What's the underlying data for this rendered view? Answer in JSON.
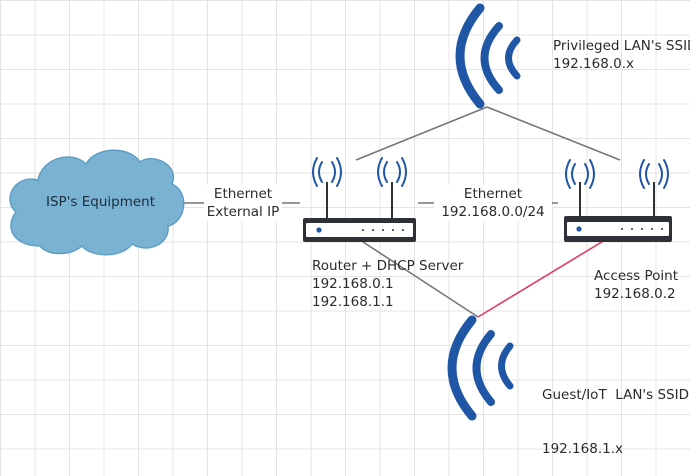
{
  "colors": {
    "line": "#777777",
    "wireless_link": "#e33a5e",
    "cloud_fill": "#7ab2d3",
    "cloud_stroke": "#5f9ec4",
    "wifi_blue": "#1f56a6",
    "device_body": "#2e3138",
    "device_face": "#ffffff"
  },
  "nodes": {
    "isp": {
      "label": "ISP's Equipment",
      "icon": "cloud-icon"
    },
    "router": {
      "label": "Router + DHCP Server",
      "ip_1": "192.168.0.1",
      "ip_2": "192.168.1.1",
      "icon": "router-icon"
    },
    "access_point": {
      "label": "Access Point",
      "ip": "192.168.0.2",
      "icon": "router-icon"
    },
    "privileged_ssid": {
      "label": "Privileged LAN's SSID",
      "subnet": "192.168.0.x",
      "icon": "wifi-signal-icon"
    },
    "guest_ssid": {
      "label": "Guest/IoT  LAN's SSID",
      "subnet": "192.168.1.x",
      "icon": "wifi-signal-icon"
    }
  },
  "connections": {
    "isp_router": {
      "line1": "Ethernet",
      "line2": "External IP"
    },
    "router_ap": {
      "line1": "Ethernet",
      "line2": "192.168.0.0/24"
    }
  }
}
